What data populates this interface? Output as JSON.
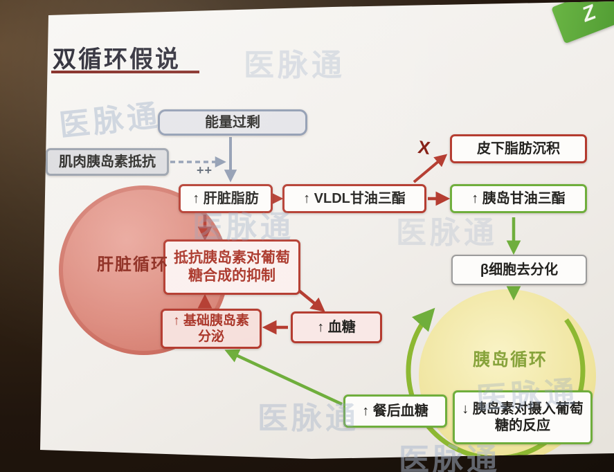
{
  "photo": {
    "watermark_text": "医脉通"
  },
  "slide": {
    "title": "双循环假说",
    "logo_text": "Z"
  },
  "nodes": {
    "energy_excess": "能量过剩",
    "muscle_insulin_resistance": "肌肉胰岛素抵抗",
    "plus_plus": "++",
    "liver_fat": "↑ 肝脏脂肪",
    "vldl_triglycerides": "↑ VLDL甘油三酯",
    "x_mark": "X",
    "subcutaneous_fat": "皮下脂肪沉积",
    "islet_triglycerides": "↑ 胰岛甘油三酯",
    "beta_cell_dedifferentiation": "β细胞去分化",
    "insulin_resistance_inhibition": "抵抗胰岛素对葡萄糖合成的抑制",
    "blood_glucose": "↑ 血糖",
    "basal_insulin_secretion": "↑ 基础胰岛素分泌",
    "liver_cycle": "肝脏循环",
    "islet_cycle": "胰岛循环",
    "postprandial_glucose": "↑ 餐后血糖",
    "insulin_response_to_glucose": "↓ 胰岛素对摄入葡萄糖的反应"
  },
  "colors": {
    "red": "#b43a2e",
    "green": "#6fae3c",
    "gray_blue": "#8e9ab0",
    "liver_circle_fill": "#df9186",
    "islet_circle_fill": "#f3ecae"
  }
}
